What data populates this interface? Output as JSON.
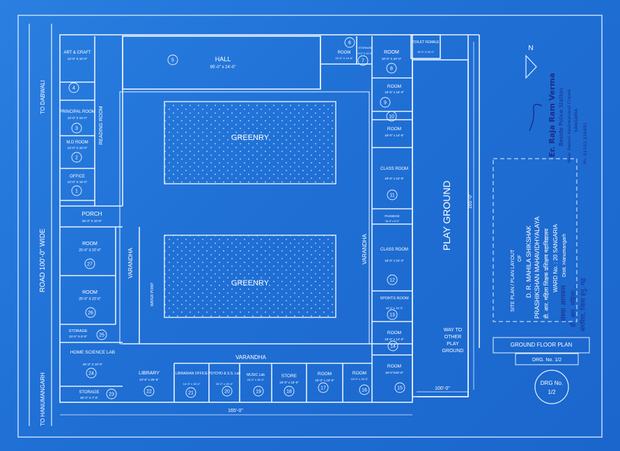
{
  "colors": {
    "paper": "#1f6fd5",
    "lines": "#e8f2ff",
    "ink": "#1b2d8a",
    "dots": "#bfe0ff"
  },
  "road": {
    "left_label": "ROAD 100'-0\" WIDE",
    "top_label": "TO DABWALI",
    "bottom_label": "TO HANUMANGARH"
  },
  "rooms_left": {
    "art_craft": {
      "name": "ART & CRAFT",
      "size": "13'-0\" X 10'-0\""
    },
    "principal": {
      "name": "PRINCIPAL ROOM",
      "size": "13'-0\" X 15'-0\""
    },
    "md_room": {
      "name": "M.D ROOM",
      "size": "13'-0\" X 15'-0\""
    },
    "office": {
      "name": "OFFICE",
      "size": "13'-0\" X 15'-0\""
    },
    "reading": {
      "name": "READING ROOM"
    },
    "porch": {
      "name": "PORCH",
      "size": "28'-3\" X 10'-0\""
    },
    "room27": {
      "name": "ROOM",
      "size": "25'-0\" X 22'-6\""
    },
    "room26": {
      "name": "ROOM",
      "size": "25'-0\" X 22'-6\""
    },
    "storage25": {
      "name": "STORAGE",
      "size": "23'-0\" X 6'-0\""
    },
    "home_science": {
      "name": "HOME SCIENCE LAB",
      "size": "28'-3\" X 18'-0\""
    },
    "storage23": {
      "name": "STORAGE",
      "size": "28'-3\" X 7'-0\""
    }
  },
  "hall": {
    "name": "HALL",
    "size": "95'-0\" x 24'-0\""
  },
  "top_right": {
    "room6": {
      "name": "ROOM",
      "size": "15'-0\" X 14'-6\""
    },
    "storage7": {
      "name": "STORAGE",
      "size": "8'-0\" X 14'-6\""
    },
    "room8": {
      "name": "ROOM",
      "size": "18'-0\" X 20'-0\""
    },
    "toilet": {
      "name": "TOILET FEMALE",
      "size": "15'-0\" X 15'-0\""
    }
  },
  "rooms_right": {
    "room9": {
      "name": "ROOM",
      "size": "18'-0\" x 15'-3\""
    },
    "room11": {
      "name": "ROOM",
      "size": "18'-0\" x 14'-6\""
    },
    "class11": {
      "name": "CLASS ROOM",
      "size": "18'-0\" x 31'-9\""
    },
    "passege": {
      "name": "PASSEGE",
      "size": "18'-0\" x 9'-0\""
    },
    "class12": {
      "name": "CLASS ROOM",
      "size": "18'-0\" x 31'-3\""
    },
    "sports": {
      "name": "SPORTS ROOM",
      "size": "18'-0\" x 15'-3\""
    },
    "room14": {
      "name": "ROOM",
      "size": "18'-0\" x 14'-0\""
    },
    "room15": {
      "name": "ROOM",
      "size": "18'-0\"X20'-0\""
    }
  },
  "rooms_bottom": {
    "library": {
      "name": "LIBRARY",
      "size": "24'-0\" x 26'-6\""
    },
    "librarian": {
      "name": "LIBRARIAN OFFICE",
      "size": "14'-3\" x 15'-0\""
    },
    "psycho": {
      "name": "PSYCHO & S.S. Lab",
      "size": "15'-0\" x 15'-0\""
    },
    "music": {
      "name": "MUSIC Lab",
      "size": "15'-0\" x 15'-0\""
    },
    "store": {
      "name": "STORE",
      "size": "15'-0\" x 15'-0\""
    },
    "room17": {
      "name": "ROOM",
      "size": "15'-0\" x 15'-0\""
    },
    "room16": {
      "name": "ROOM",
      "size": "13'-0\" x 15'-0\""
    }
  },
  "numbers": [
    "1",
    "2",
    "3",
    "4",
    "5",
    "6",
    "7",
    "8",
    "9",
    "10",
    "11",
    "12",
    "13",
    "14",
    "15",
    "16",
    "17",
    "18",
    "19",
    "20",
    "21",
    "22",
    "23",
    "24",
    "25",
    "26",
    "27"
  ],
  "greenry": "GREENRY",
  "varandha": "VARANDHA",
  "water_point": "WATER POINT",
  "play_ground": "PLAY GROUND",
  "way": [
    "WAY TO",
    "OTHER",
    "PLAY",
    "GROUND"
  ],
  "dims": {
    "width_total": "165'-0\"",
    "play_w": "100'-0\"",
    "play_h": "165'-0\""
  },
  "title_block": {
    "lines": [
      "SITE PLAN / PLAN LAYOUT",
      "OF",
      "D. R. MAHILA SHIKSHAK",
      "PRASHIKSHAN MAHAVIDHYALAYA",
      "डी. आर. महिला शिक्षक प्रशिक्षण महाविद्यालय",
      "WARD No. : 20 SANGARIA",
      "Distt. Hanumangarh"
    ],
    "plan_label": "GROUND FLOOR PLAN",
    "drg_label": "DRG. No. 1/2",
    "drg_circle_1": "DRG No.",
    "drg_circle_2": "1/2"
  },
  "stamp": {
    "name": "Er. Raja Ram Verma",
    "line1": "Beside Police Station",
    "line2": "Near Swami Keshwanand Chowk",
    "line3": "SANGARIA",
    "phone": "Ph. 01543-220491"
  },
  "north": "N",
  "handwriting": [
    "संस्था आयकम",
    "डी. आर. महिला...",
    "संगरिया, जिला हनु. गढ़"
  ]
}
